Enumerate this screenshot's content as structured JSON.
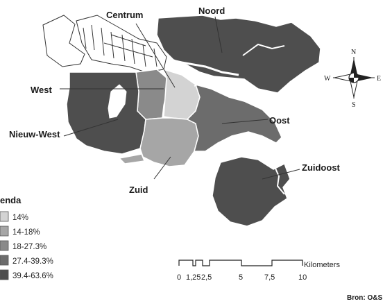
{
  "colors": {
    "c1": "#d3d3d3",
    "c2": "#a6a6a6",
    "c3": "#8a8a8a",
    "c4": "#6c6c6c",
    "c5": "#4e4e4e",
    "outline": "#ffffff",
    "harbor": "#ffffff"
  },
  "districts": [
    {
      "id": "centrum",
      "label": "Centrum",
      "class": "c1"
    },
    {
      "id": "noord",
      "label": "Noord",
      "class": "c5"
    },
    {
      "id": "west",
      "label": "West",
      "class": "c3"
    },
    {
      "id": "nieuw-west",
      "label": "Nieuw-West",
      "class": "c5"
    },
    {
      "id": "zuid",
      "label": "Zuid",
      "class": "c2"
    },
    {
      "id": "oost",
      "label": "Oost",
      "class": "c4"
    },
    {
      "id": "zuidoost",
      "label": "Zuidoost",
      "class": "c5"
    }
  ],
  "legend": {
    "title": "enda",
    "items": [
      {
        "label": "14%",
        "class": "c1"
      },
      {
        "label": "14-18%",
        "class": "c2"
      },
      {
        "label": "18-27.3%",
        "class": "c3"
      },
      {
        "label": "27.4-39.3%",
        "class": "c4"
      },
      {
        "label": "39.4-63.6%",
        "class": "c5"
      }
    ]
  },
  "compass": {
    "n": "N",
    "s": "S",
    "e": "E",
    "w": "W"
  },
  "scale": {
    "unit": "Kilometers",
    "ticks": [
      "0",
      "1,25",
      "2,5",
      "5",
      "7,5",
      "10"
    ]
  },
  "source": "Bron: O&S"
}
